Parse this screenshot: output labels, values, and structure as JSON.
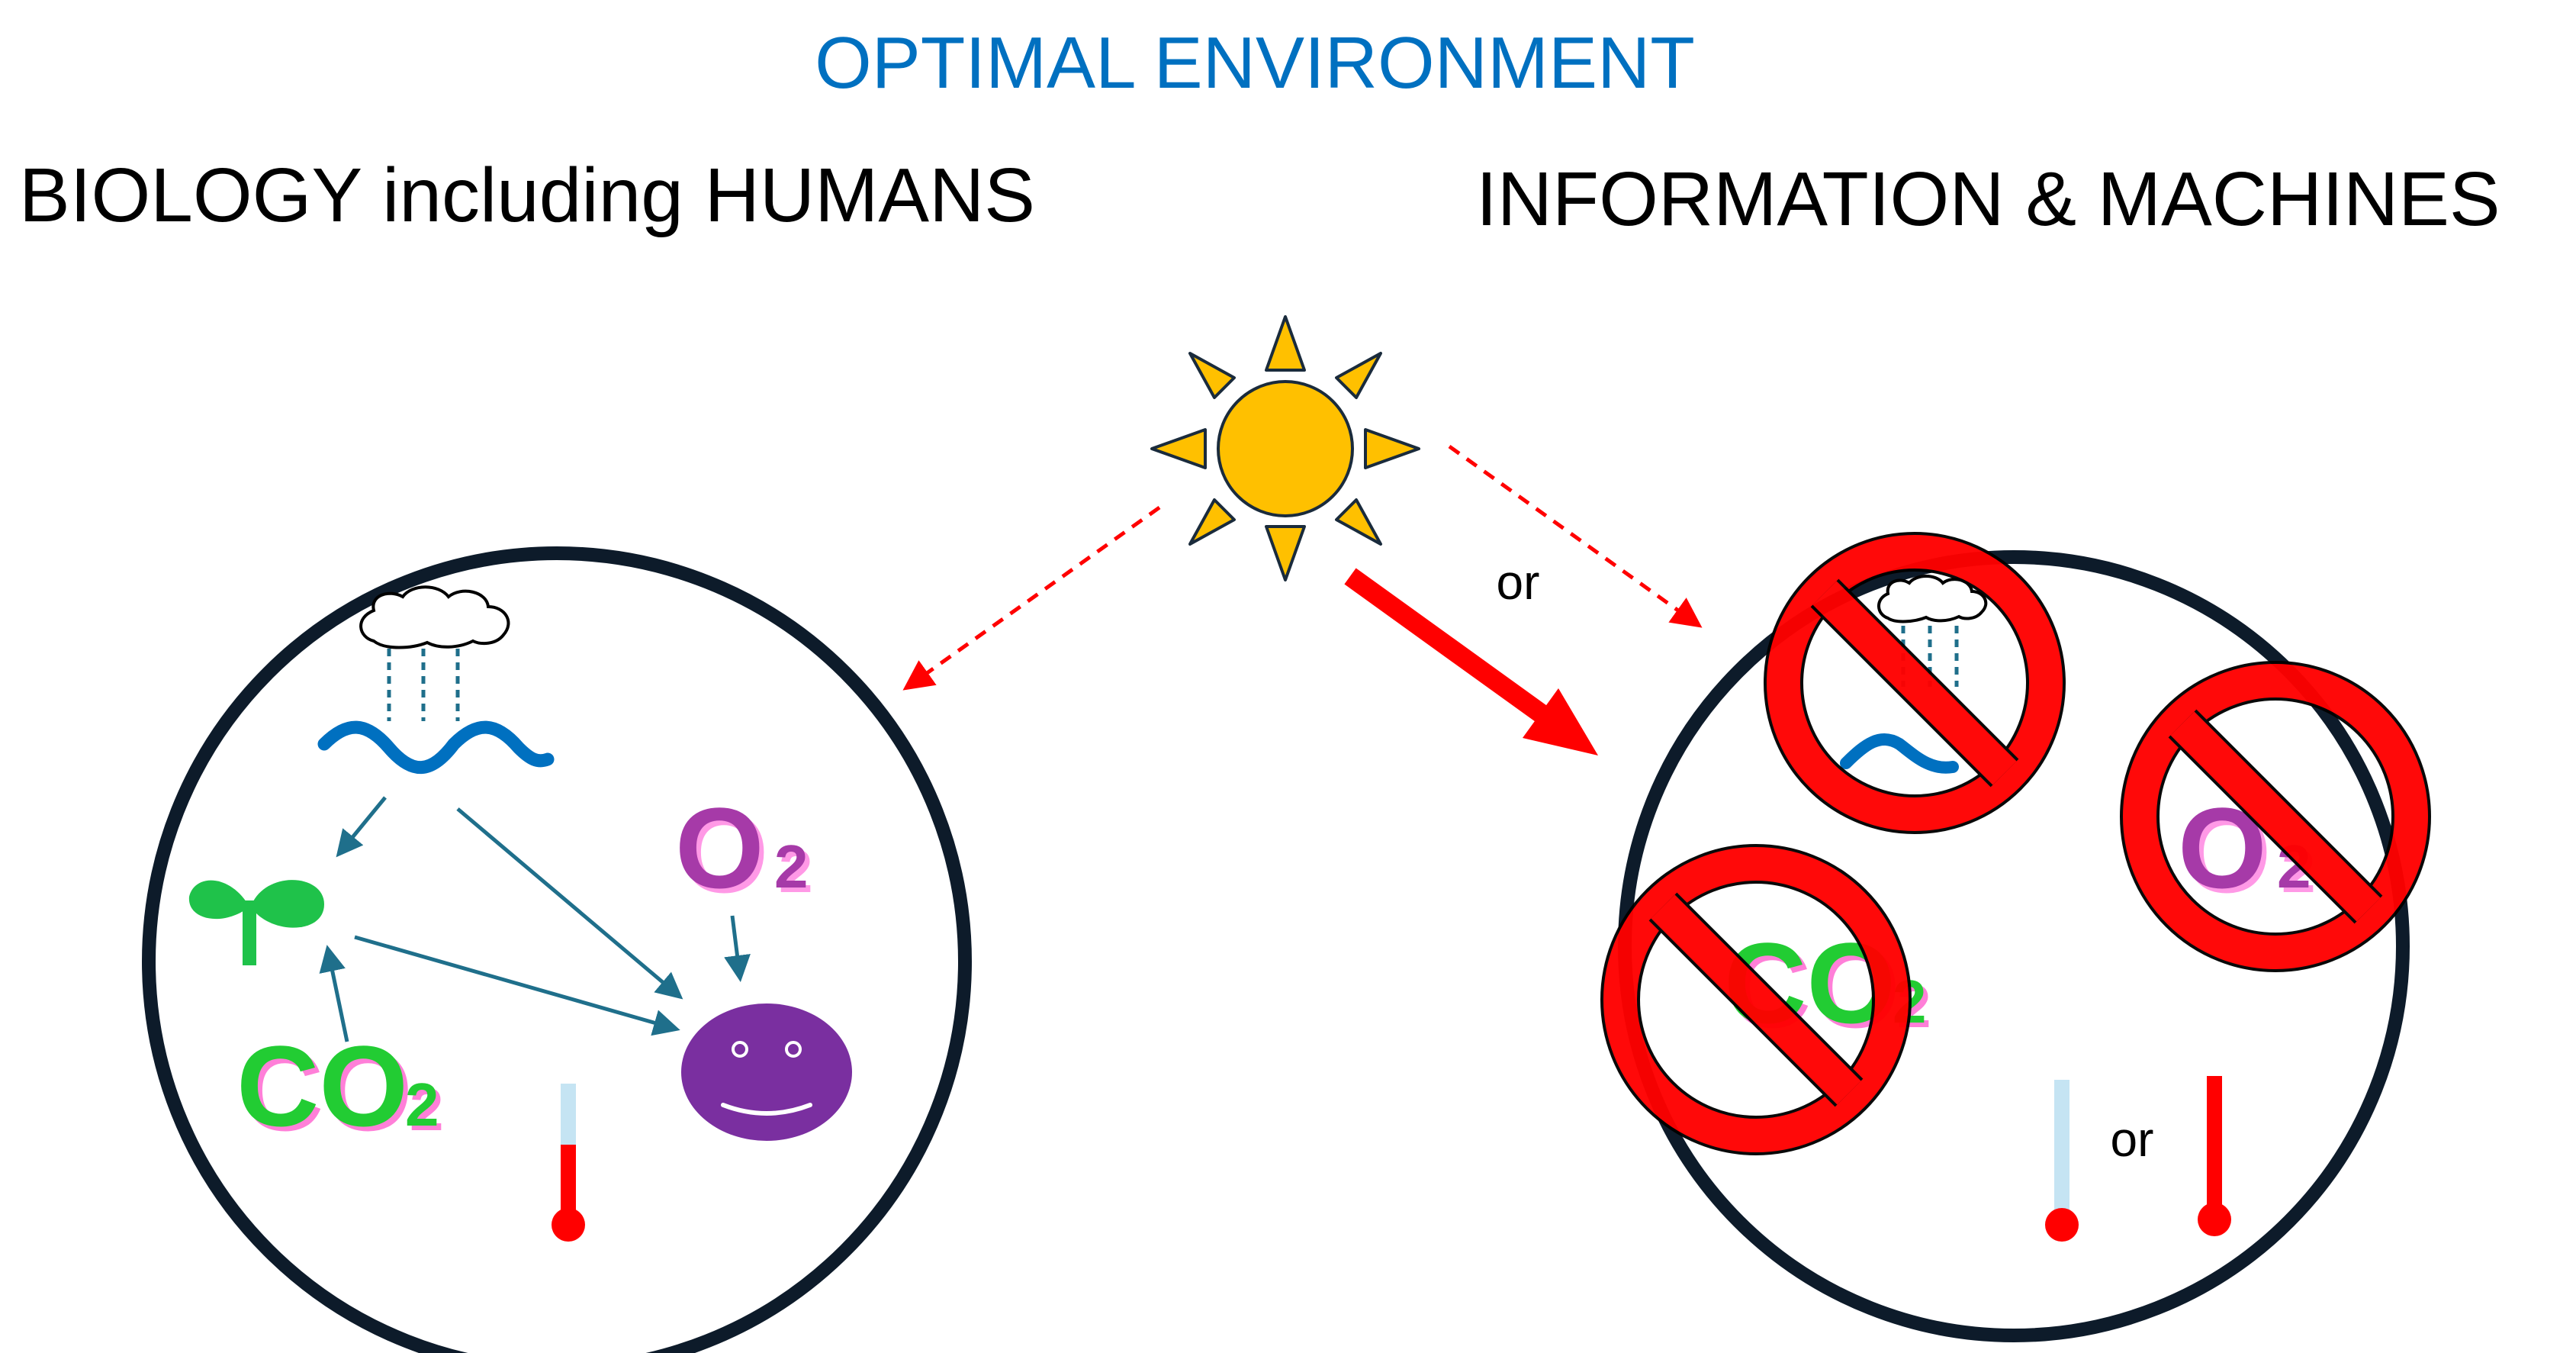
{
  "title": "OPTIMAL ENVIRONMENT",
  "left_heading": "BIOLOGY including HUMANS",
  "right_heading": "INFORMATION  &  MACHINES",
  "or_label_arrow": "or",
  "or_label_thermo": "or",
  "molecules": {
    "oxygen": {
      "symbol": "O",
      "subscript": "2"
    },
    "carbon_dioxide": {
      "symbol": "CO",
      "subscript": "2"
    }
  },
  "icons": {
    "sun": "sun-icon",
    "cloud": "cloud-icon",
    "water": "water-wave-icon",
    "plant": "seedling-icon",
    "human": "smiley-face-icon",
    "thermometer": "thermometer-icon",
    "prohibited": "prohibited-icon"
  },
  "colors": {
    "title": "#0070c0",
    "outline": "#0d1b2a",
    "arrow_red": "#ff0000",
    "flow_arrow": "#1f6f8b",
    "water": "#0070c0",
    "plant": "#1fc24a",
    "co2_fill": "#22cc33",
    "co2_shadow": "#ff7fd8",
    "o2_fill": "#a63aa8",
    "o2_shadow": "#ff99e6",
    "face": "#7a2fa0",
    "sun_fill": "#ffc000",
    "thermo_cold": "#c5e4f3",
    "thermo_hot": "#ff0000"
  }
}
